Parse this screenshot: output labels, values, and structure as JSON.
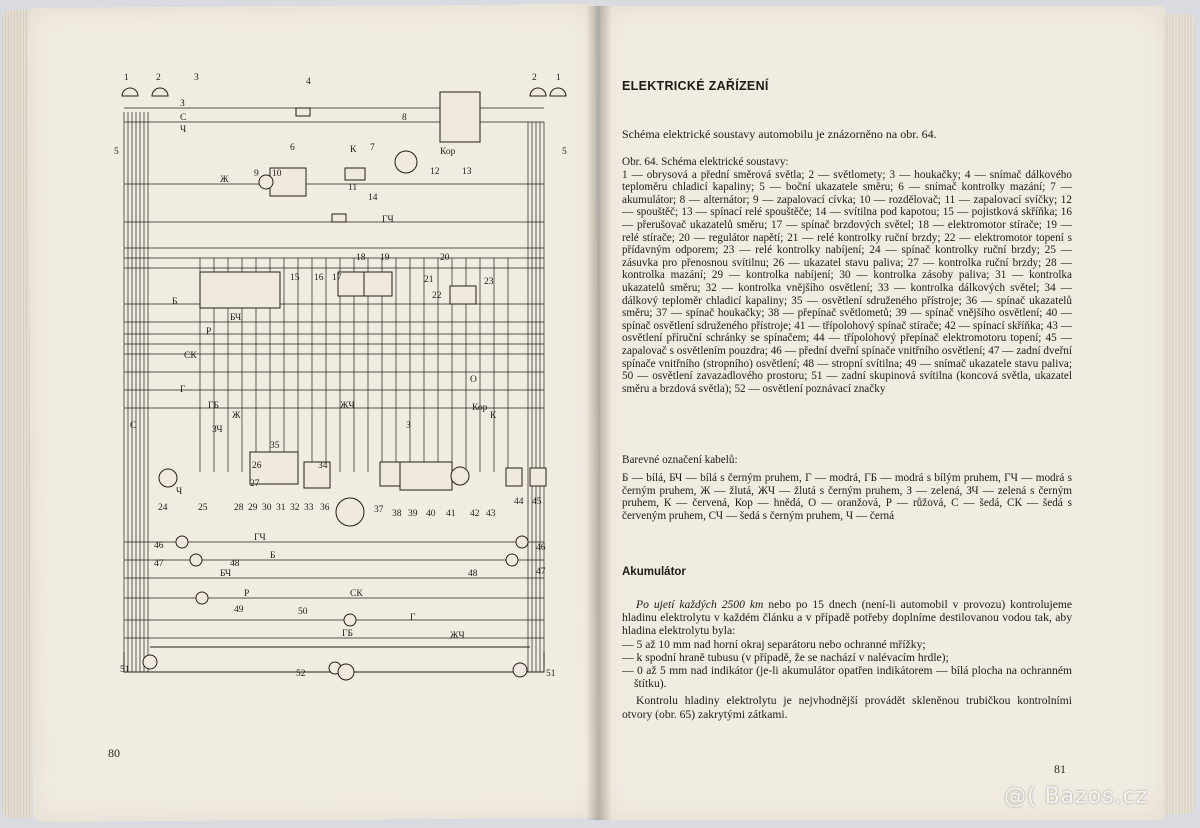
{
  "left_page": {
    "page_number": "80",
    "diagram_labels": [
      "1",
      "2",
      "3",
      "4",
      "5",
      "6",
      "7",
      "8",
      "9",
      "10",
      "11",
      "12",
      "13",
      "14",
      "15",
      "16",
      "17",
      "18",
      "19",
      "20",
      "21",
      "22",
      "23",
      "24",
      "25",
      "26",
      "27",
      "28",
      "29",
      "30",
      "31",
      "32",
      "33",
      "34",
      "35",
      "36",
      "37",
      "38",
      "39",
      "40",
      "41",
      "42",
      "43",
      "44",
      "45",
      "46",
      "47",
      "48",
      "49",
      "50",
      "51",
      "52"
    ],
    "wire_codes": [
      "З",
      "С",
      "Ч",
      "Ж",
      "К",
      "Кор",
      "ГЧ",
      "Б",
      "БЧ",
      "Р",
      "СК",
      "Г",
      "ГБ",
      "ЖЧ",
      "О",
      "ЗЧ"
    ]
  },
  "right_page": {
    "page_number": "81",
    "heading": "ELEKTRICKÉ ZAŘÍZENÍ",
    "intro": "Schéma elektrické soustavy automobilu je znázorněno na obr. 64.",
    "legend_caption": "Obr. 64. Schéma elektrické soustavy:",
    "legend_body": "1 — obrysová a přední směrová světla; 2 — světlomety; 3 — houkačky; 4 — snímač dálkového teploměru chladicí kapaliny; 5 — boční ukazatele směru; 6 — snímač kontrolky mazání; 7 — akumulátor; 8 — alternátor; 9 — zapalovací cívka; 10 — rozdělovač; 11 — zapalovací svíčky; 12 — spouštěč; 13 — spínací relé spouštěče; 14 — svítilna pod kapotou; 15 — pojistková skříňka; 16 — přerušovač ukazatelů směru; 17 — spínač brzdových světel; 18 — elektromotor stírače; 19 — relé stírače; 20 — regulátor napětí; 21 — relé kontrolky ruční brzdy; 22 — elektromotor topení s přídavným odporem; 23 — relé kontrolky nabíjení; 24 — spínač kontrolky ruční brzdy; 25 — zásuvka pro přenosnou svítilnu; 26 — ukazatel stavu paliva; 27 — kontrolka ruční brzdy; 28 — kontrolka mazání; 29 — kontrolka nabíjení; 30 — kontrolka zásoby paliva; 31 — kontrolka ukazatelů směru; 32 — kontrolka vnějšího osvětlení; 33 — kontrolka dálkových světel; 34 — dálkový teploměr chladicí kapaliny; 35 — osvětlení sdruženého přístroje; 36 — spínač ukazatelů směru; 37 — spínač houkačky; 38 — přepínač světlometů; 39 — spínač vnějšího osvětlení; 40 — spínač osvětlení sdruženého přístroje; 41 — třípolohový spínač stírače; 42 — spínací skříňka; 43 — osvětlení příruční schránky se spínačem; 44 — třípolohový přepínač elektromotoru topení; 45 — zapalovač s osvětlením pouzdra; 46 — přední dveřní spínače vnitřního osvětlení; 47 — zadní dveřní spínače vnitřního (stropního) osvětlení; 48 — stropní svítilna; 49 — snímač ukazatele stavu paliva; 50 — osvětlení zavazadlového prostoru; 51 — zadní skupinová svítilna (koncová světla, ukazatel směru a brzdová světla); 52 — osvětlení poznávací značky",
    "colors_heading": "Barevné označení kabelů:",
    "colors_body": "Б — bílá, БЧ — bílá s černým pruhem, Г — modrá, ГБ — modrá s bílým pruhem, ГЧ — modrá s černým pruhem, Ж — žlutá, ЖЧ — žlutá s černým pruhem, З — zelená, ЗЧ — zelená s černým pruhem, К — červená, Кор — hnědá, О — oranžová, Р — růžová, С — šedá, СК — šedá s červeným pruhem, СЧ — šedá s černým pruhem, Ч — černá",
    "subheading": "Akumulátor",
    "para1_italic": "Po ujetí každých 2500 km",
    "para1_rest": " nebo po 15 dnech (není-li automobil v provozu) kontrolujeme hladinu elektrolytu v každém článku a v případě potřeby doplníme destilovanou vodou tak, aby hladina elektrolytu byla:",
    "bullets": [
      "— 5 až 10 mm nad horní okraj separátoru nebo ochranné mřížky;",
      "— k spodní hraně tubusu (v případě, že se nachází v nalévacím hrdle);",
      "— 0 až 5 mm nad indikátor (je-li akumulátor opatřen indikátorem — bílá plocha na ochranném štítku)."
    ],
    "para2": "Kontrolu hladiny elektrolytu je nejvhodnější provádět skleněnou trubičkou kontrolními otvory (obr. 65) zakrytými zátkami."
  },
  "watermark": "@( Bazos.cz"
}
